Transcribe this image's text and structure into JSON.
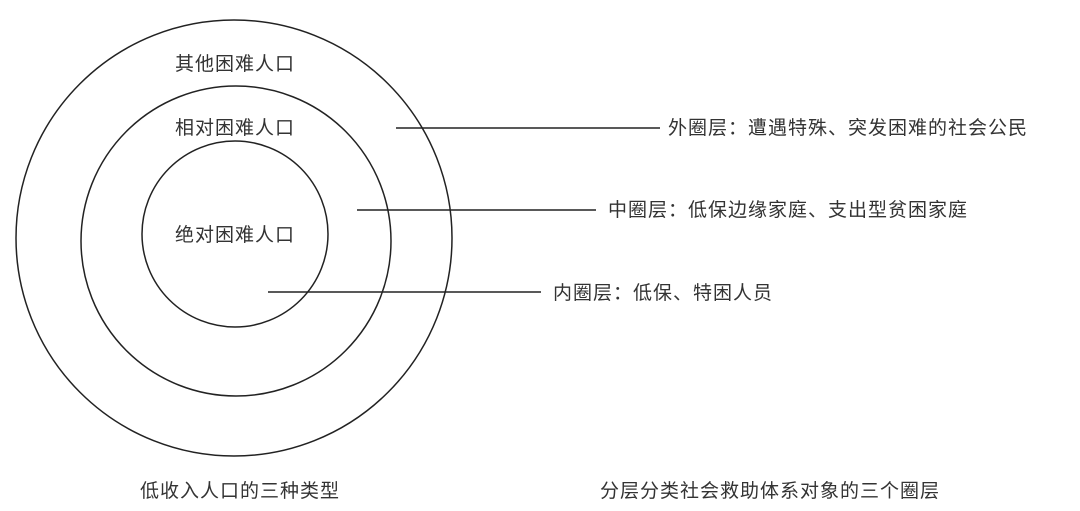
{
  "circles": {
    "outer_label": "其他困难人口",
    "middle_label": "相对困难人口",
    "inner_label": "绝对困难人口"
  },
  "layers": {
    "outer": "外圈层：遭遇特殊、突发困难的社会公民",
    "middle": "中圈层：低保边缘家庭、支出型贫困家庭",
    "inner": "内圈层：低保、特困人员"
  },
  "captions": {
    "left": "低收入人口的三种类型",
    "right": "分层分类社会救助体系对象的三个圈层"
  },
  "colors": {
    "line": "#222222",
    "text": "#333333"
  }
}
